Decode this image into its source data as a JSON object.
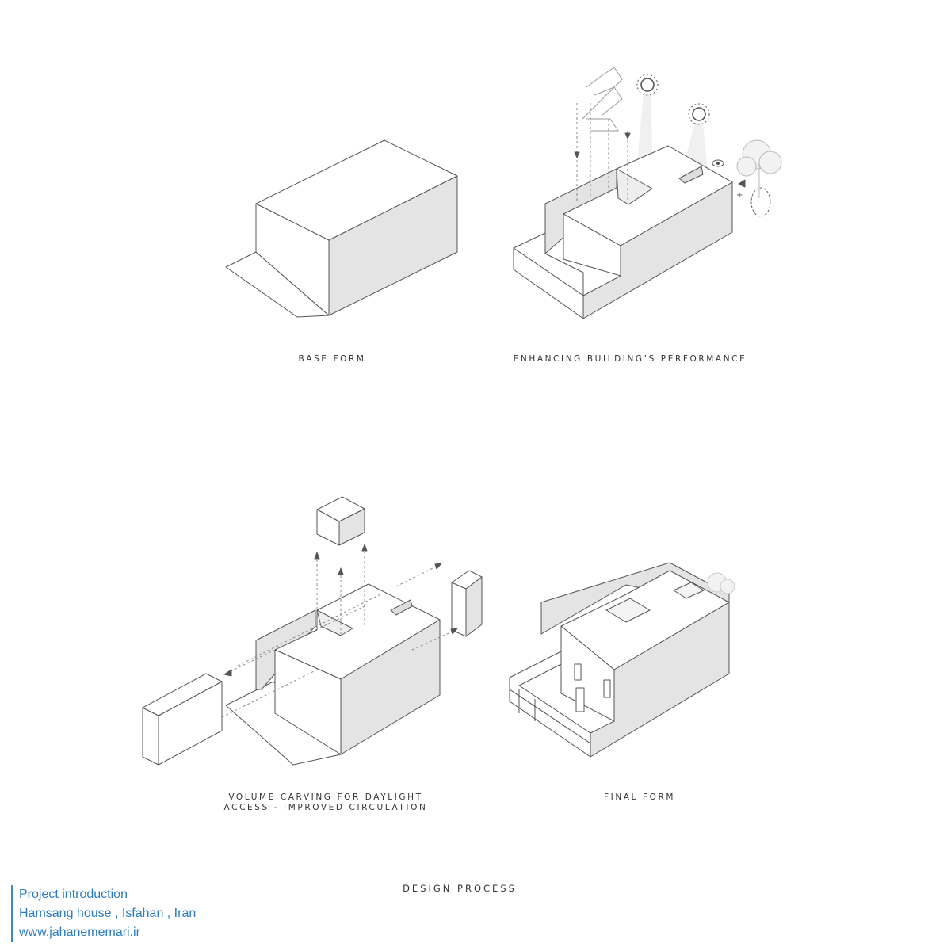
{
  "captions": {
    "base_form": "BASE FORM",
    "enhancing": "ENHANCING BUILDING’S PERFORMANCE",
    "carving_line1": "VOLUME CARVING FOR DAYLIGHT",
    "carving_line2": "ACCESS - IMPROVED CIRCULATION",
    "final_form": "FINAL FORM",
    "title": "DESIGN PROCESS"
  },
  "footer": {
    "line1": "Project introduction",
    "line2": "Hamsang house , Isfahan , Iran",
    "line3": "www.jahanememari.ir"
  },
  "colors": {
    "stroke": "#555555",
    "shade": "#e4e4e4",
    "accent": "#2a7bc0"
  }
}
